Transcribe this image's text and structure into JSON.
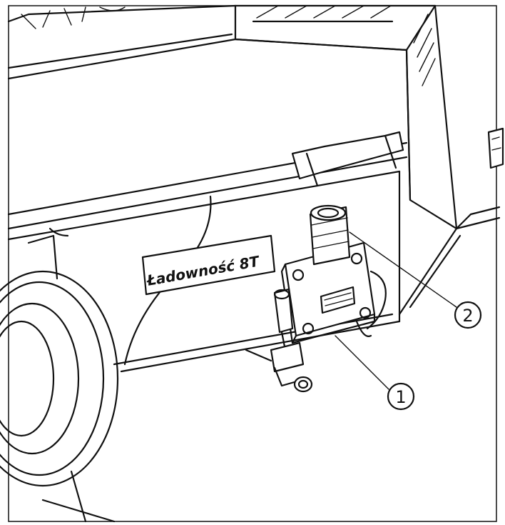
{
  "label_plate": {
    "text": "Ładowność 8T"
  },
  "callouts": [
    {
      "number": "1"
    },
    {
      "number": "2"
    }
  ]
}
